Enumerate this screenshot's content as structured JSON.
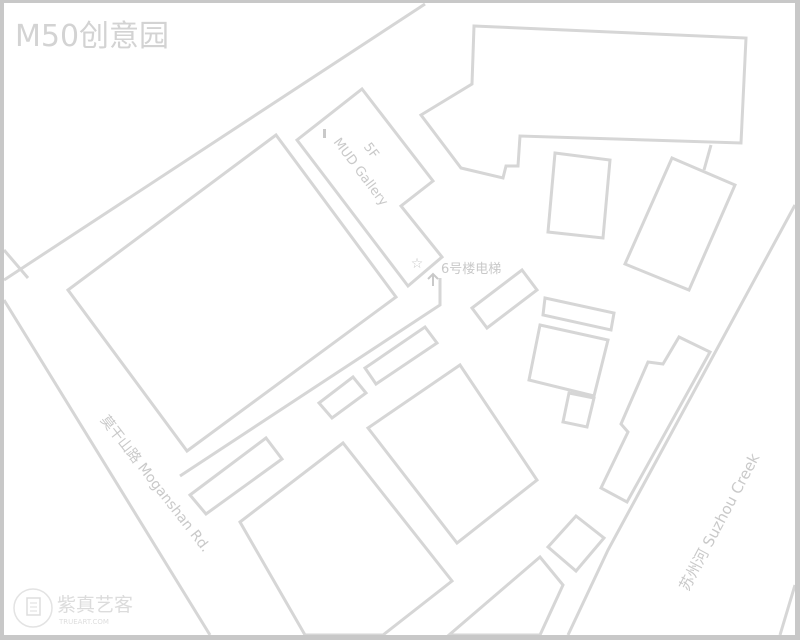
{
  "map": {
    "title": "M50创意园",
    "gallery_floor": "5F",
    "gallery_name": "MUD Gallery",
    "elevator_label": "6号楼电梯",
    "road_label": "莫干山路 Moganshan Rd.",
    "river_label": "苏州河 Suzhou Creek",
    "marker_icon": "star-icon",
    "entrance_icon": "arrow-up-icon",
    "colors": {
      "outline": "#d6d6d6",
      "text": "#c9c9c9",
      "frame": "#c8c8c8",
      "background": "#ffffff"
    }
  },
  "watermark": {
    "name": "紫真艺客",
    "site": "TRUEART.COM",
    "icon": "chat-bubble-icon"
  }
}
